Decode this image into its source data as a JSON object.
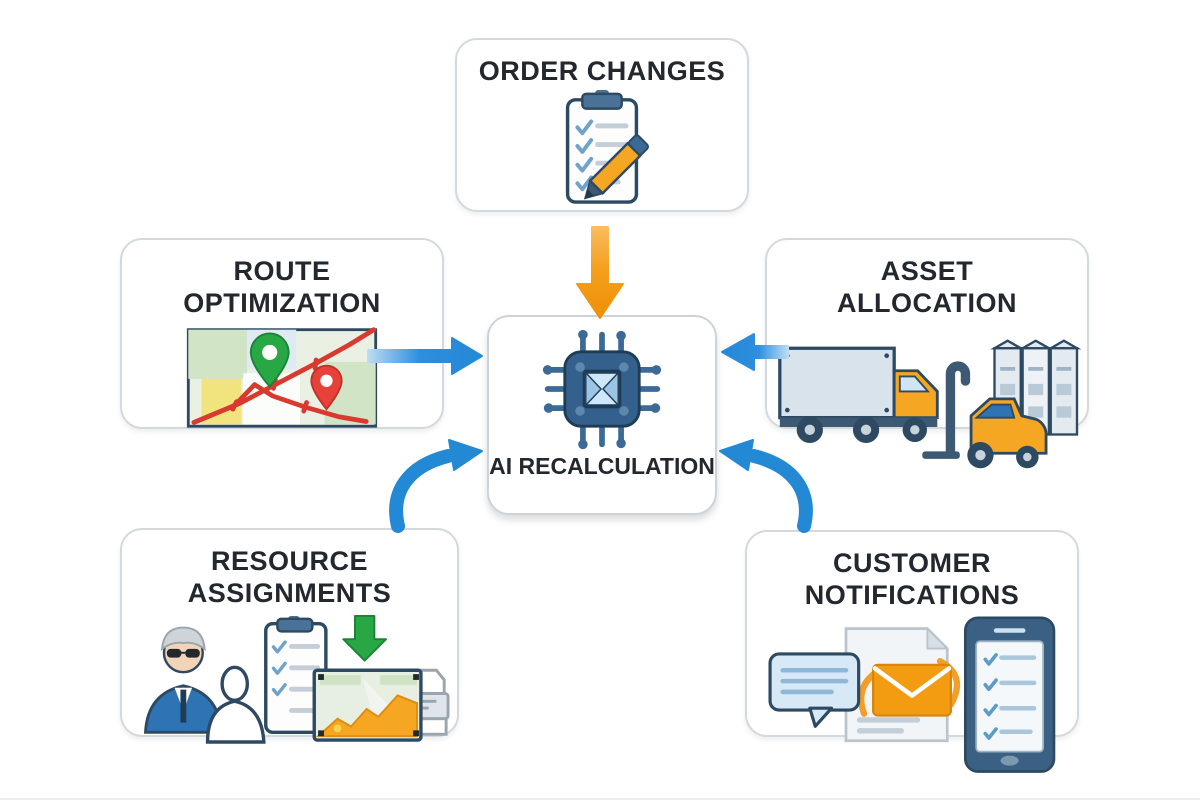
{
  "diagram": {
    "type": "hub-and-spoke-flowchart",
    "center_node": {
      "id": "ai-recalculation",
      "label": "AI RECALCULATION",
      "icon": "chip-icon"
    },
    "nodes": [
      {
        "id": "order-changes",
        "label": "ORDER CHANGES",
        "icon": "clipboard-checklist-pencil-icon",
        "position": "top"
      },
      {
        "id": "route-optimization",
        "label": "ROUTE OPTIMIZATION",
        "icon": "map-route-pins-icon",
        "position": "left"
      },
      {
        "id": "asset-allocation",
        "label": "ASSET ALLOCATION",
        "icon": "truck-forklift-shelves-icon",
        "position": "right"
      },
      {
        "id": "resource-assignments",
        "label": "RESOURCE ASSIGNMENTS",
        "icon": "manager-silhouette-clipboard-chart-icon",
        "position": "bottom-left"
      },
      {
        "id": "customer-notifications",
        "label": "CUSTOMER NOTIFICATIONS",
        "icon": "chat-email-phone-icon",
        "position": "bottom-right"
      }
    ],
    "arrows": [
      {
        "from": "order-changes",
        "to": "ai-recalculation",
        "style": "straight-down",
        "color": "#F59C1A"
      },
      {
        "from": "route-optimization",
        "to": "ai-recalculation",
        "style": "straight-right",
        "color": "#2389D5"
      },
      {
        "from": "asset-allocation",
        "to": "ai-recalculation",
        "style": "straight-left",
        "color": "#2389D5"
      },
      {
        "from": "resource-assignments",
        "to": "ai-recalculation",
        "style": "curved-up-right",
        "color": "#2389D5"
      },
      {
        "from": "customer-notifications",
        "to": "ai-recalculation",
        "style": "curved-up-left",
        "color": "#2389D5"
      }
    ],
    "colors": {
      "arrow_blue": "#2389D5",
      "arrow_orange": "#F59C1A",
      "box_border": "#D4D9DE",
      "box_background": "#FFFFFF",
      "title_text": "#23282F",
      "page_background": "#FFFFFF"
    }
  }
}
